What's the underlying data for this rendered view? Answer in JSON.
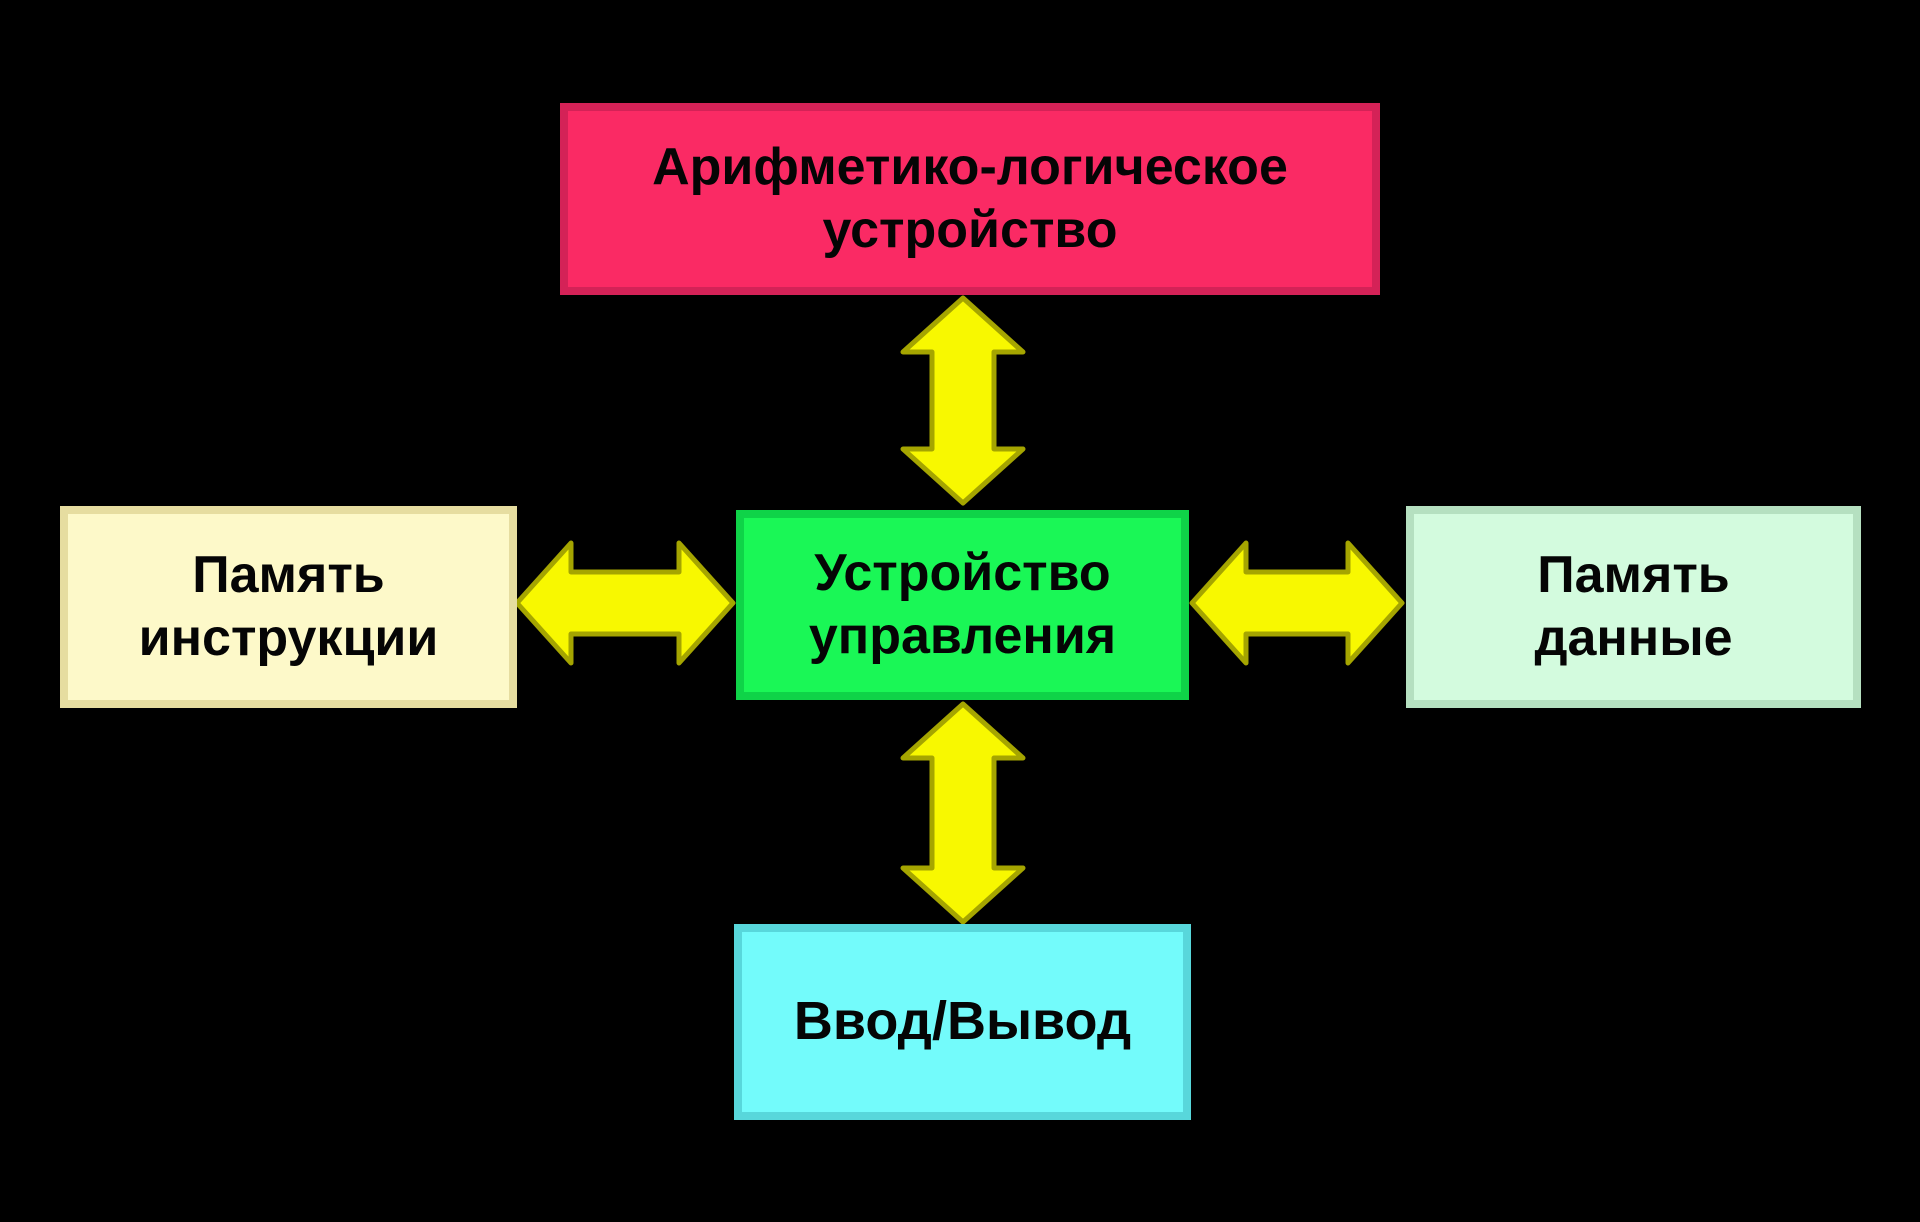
{
  "diagram": {
    "background": "#000000",
    "nodes": [
      {
        "id": "alu",
        "label": "Арифметико-логическое\nустройство",
        "fill": "#FA2A64",
        "border": "#D42257",
        "text_color": "#050505"
      },
      {
        "id": "instruction-memory",
        "label": "Память\nинструкции",
        "fill": "#FDF9C9",
        "border": "#E6DDA0",
        "text_color": "#050505"
      },
      {
        "id": "control-unit",
        "label": "Устройство\nуправления",
        "fill": "#1AF756",
        "border": "#0FD348",
        "text_color": "#050505"
      },
      {
        "id": "data-memory",
        "label": "Память\nданные",
        "fill": "#D3FBDE",
        "border": "#B5E0C0",
        "text_color": "#050505"
      },
      {
        "id": "input-output",
        "label": "Ввод/Вывод",
        "fill": "#73FBFB",
        "border": "#58D7DB",
        "text_color": "#050505"
      }
    ],
    "connectors": [
      {
        "id": "alu-control",
        "from": "alu",
        "to": "control-unit",
        "style": "double-headed-arrow",
        "orientation": "vertical",
        "fill": "#F8F800",
        "outline": "#A5A500"
      },
      {
        "id": "instruction-control",
        "from": "instruction-memory",
        "to": "control-unit",
        "style": "double-headed-arrow",
        "orientation": "horizontal",
        "fill": "#F8F800",
        "outline": "#A5A500"
      },
      {
        "id": "control-data",
        "from": "control-unit",
        "to": "data-memory",
        "style": "double-headed-arrow",
        "orientation": "horizontal",
        "fill": "#F8F800",
        "outline": "#A5A500"
      },
      {
        "id": "control-io",
        "from": "control-unit",
        "to": "input-output",
        "style": "double-headed-arrow",
        "orientation": "vertical",
        "fill": "#F8F800",
        "outline": "#A5A500"
      }
    ]
  }
}
